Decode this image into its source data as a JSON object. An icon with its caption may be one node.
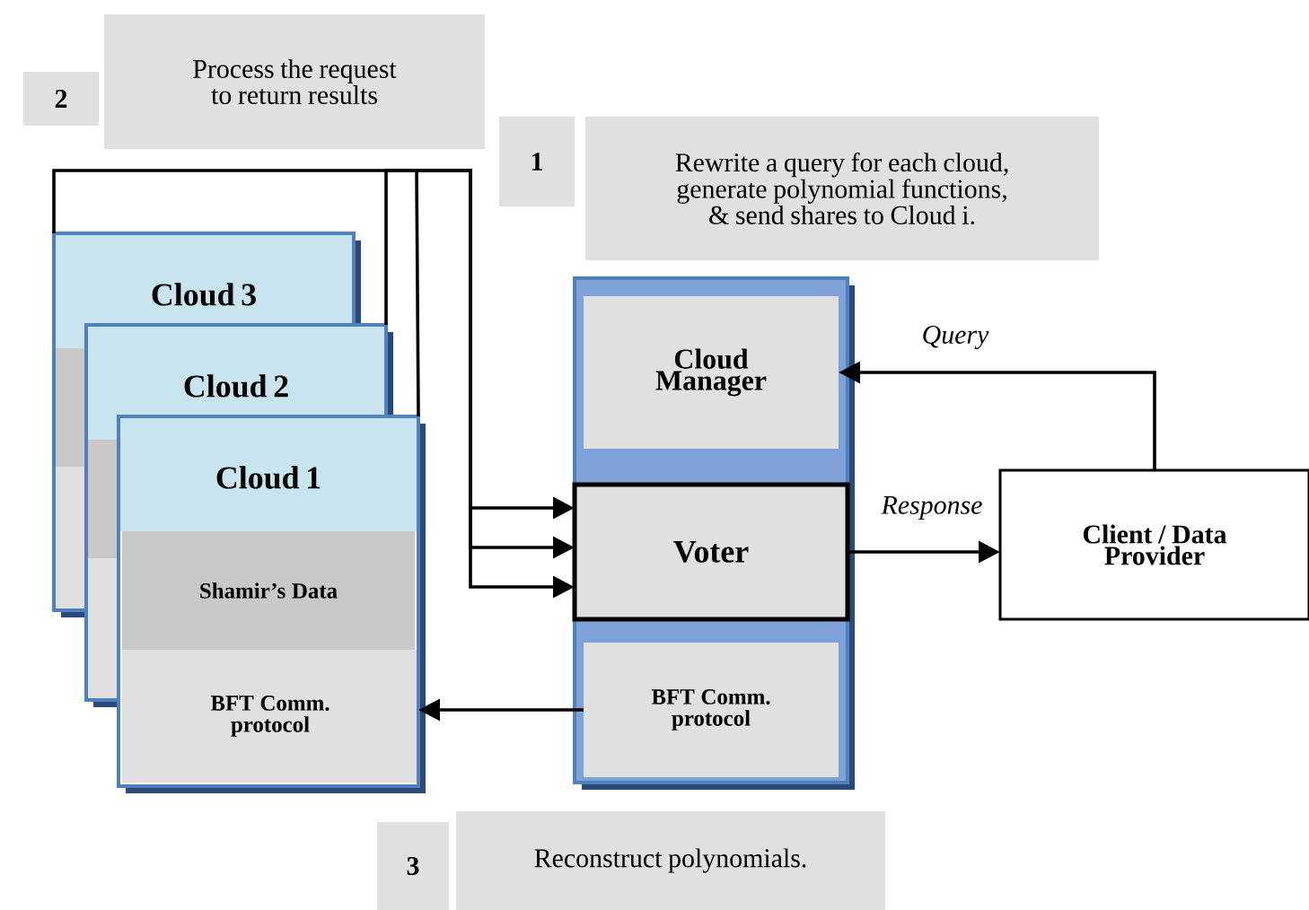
{
  "diagram": {
    "nodes": [
      {
        "text": [
          "2"
        ]
      },
      {
        "text": [
          "Process the request to return results"
        ]
      },
      {
        "text": [
          "1"
        ]
      },
      {
        "text": [
          "Rewrite a query for each cloud, generate polynomial functions, & send shares to Cloud i."
        ]
      },
      {
        "text": [
          "Cloud 3"
        ]
      },
      {
        "text": [
          "Cloud 2"
        ]
      },
      {
        "text": [
          "Cloud 1"
        ]
      },
      {
        "text": [
          "Shamir’s Data"
        ],
        "in": 6
      },
      {
        "text": [
          "BFT Comm. protocol"
        ],
        "in": 6
      },
      {
        "text": [],
        "shape": "box"
      },
      {
        "text": [
          "Cloud Manager"
        ],
        "in": 9
      },
      {
        "text": [
          "Voter"
        ],
        "in": 9
      },
      {
        "text": [
          "BFT Comm. protocol"
        ],
        "in": 9
      },
      {
        "text": [
          "Client / Data Provider"
        ]
      },
      {
        "text": [
          "3"
        ]
      },
      {
        "text": [
          "Reconstruct polynomials."
        ]
      }
    ],
    "edges": [
      {
        "from": 13,
        "to": 10,
        "arrow": "to",
        "label": "Query"
      },
      {
        "from": 11,
        "to": 13,
        "arrow": "to",
        "label": "Response"
      },
      {
        "from": 12,
        "to": 8,
        "arrow": "to"
      },
      {
        "from": 4,
        "to": 11,
        "arrow": "to"
      },
      {
        "from": 5,
        "to": 11,
        "arrow": "to"
      },
      {
        "from": 6,
        "to": 11,
        "arrow": "to"
      }
    ]
  }
}
